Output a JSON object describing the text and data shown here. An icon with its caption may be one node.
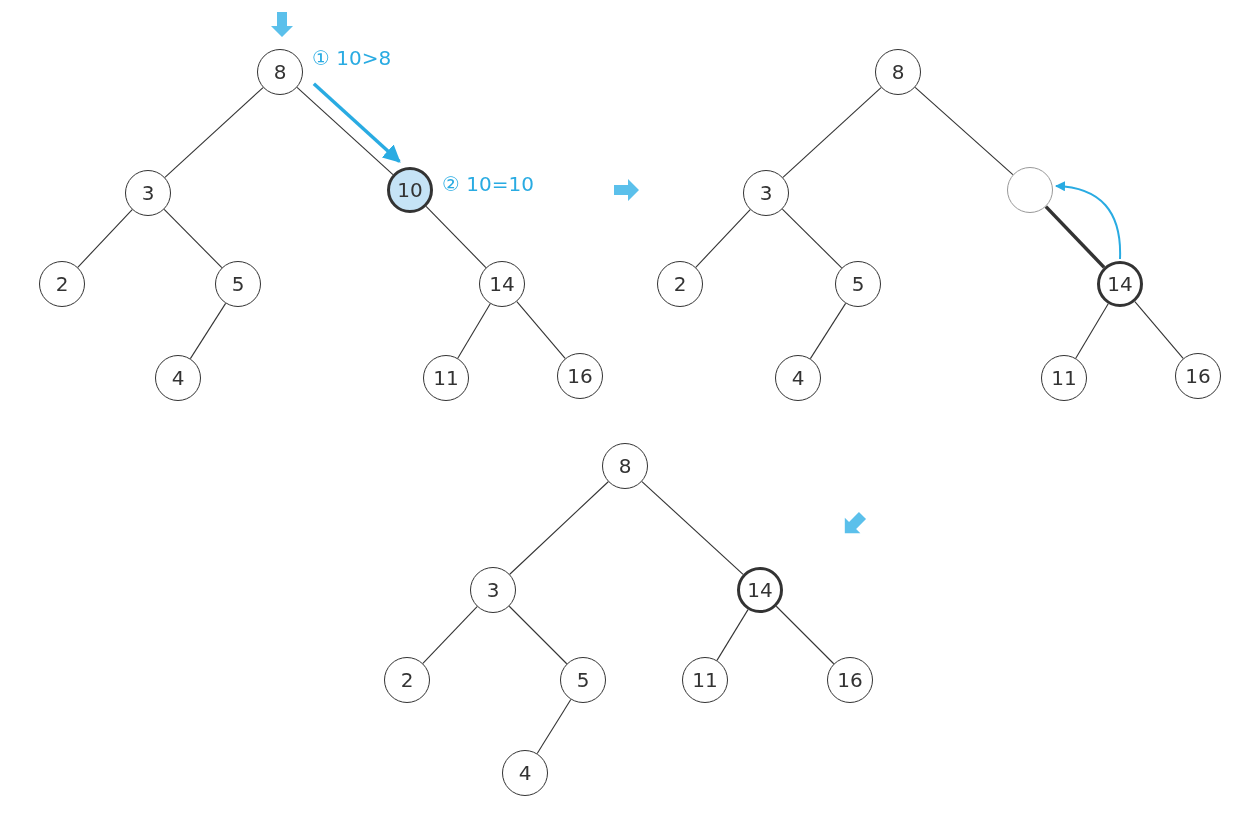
{
  "diagram": {
    "nodes": [
      {
        "text": [
          "8"
        ],
        "beside": [
          "① 10>8"
        ]
      },
      {
        "text": [
          "3"
        ]
      },
      {
        "text": [
          "10"
        ],
        "beside": [
          "② 10=10"
        ]
      },
      {
        "text": [
          "2"
        ]
      },
      {
        "text": [
          "5"
        ]
      },
      {
        "text": [
          "14"
        ]
      },
      {
        "text": [
          "4"
        ]
      },
      {
        "text": [
          "11"
        ]
      },
      {
        "text": [
          "16"
        ]
      },
      {
        "text": [
          "8"
        ]
      },
      {
        "text": [
          "3"
        ]
      },
      {
        "text": [],
        "shape": "circle"
      },
      {
        "text": [
          "2"
        ]
      },
      {
        "text": [
          "5"
        ]
      },
      {
        "text": [
          "14"
        ]
      },
      {
        "text": [
          "4"
        ]
      },
      {
        "text": [
          "11"
        ]
      },
      {
        "text": [
          "16"
        ]
      },
      {
        "text": [
          "8"
        ]
      },
      {
        "text": [
          "3"
        ]
      },
      {
        "text": [
          "14"
        ]
      },
      {
        "text": [
          "2"
        ]
      },
      {
        "text": [
          "5"
        ]
      },
      {
        "text": [
          "11"
        ]
      },
      {
        "text": [
          "16"
        ]
      },
      {
        "text": [
          "4"
        ]
      }
    ],
    "edges": [
      {
        "from": 0,
        "to": 1,
        "arrow": "none"
      },
      {
        "from": 0,
        "to": 2,
        "arrow": "none"
      },
      {
        "from": 1,
        "to": 3,
        "arrow": "none"
      },
      {
        "from": 1,
        "to": 4,
        "arrow": "none"
      },
      {
        "from": 4,
        "to": 6,
        "arrow": "none"
      },
      {
        "from": 2,
        "to": 5,
        "arrow": "none"
      },
      {
        "from": 5,
        "to": 7,
        "arrow": "none"
      },
      {
        "from": 5,
        "to": 8,
        "arrow": "none"
      },
      {
        "from": 0,
        "to": 2,
        "arrow": "to",
        "style": "thick",
        "color": "#29abe2"
      },
      {
        "from": 9,
        "to": 10,
        "arrow": "none"
      },
      {
        "from": 9,
        "to": 11,
        "arrow": "none"
      },
      {
        "from": 10,
        "to": 12,
        "arrow": "none"
      },
      {
        "from": 10,
        "to": 13,
        "arrow": "none"
      },
      {
        "from": 13,
        "to": 15,
        "arrow": "none"
      },
      {
        "from": 11,
        "to": 14,
        "arrow": "none",
        "style": "thick"
      },
      {
        "from": 14,
        "to": 16,
        "arrow": "none"
      },
      {
        "from": 14,
        "to": 17,
        "arrow": "none"
      },
      {
        "from": 14,
        "to": 11,
        "arrow": "to",
        "color": "#29abe2"
      },
      {
        "from": 18,
        "to": 19,
        "arrow": "none"
      },
      {
        "from": 18,
        "to": 20,
        "arrow": "none"
      },
      {
        "from": 19,
        "to": 21,
        "arrow": "none"
      },
      {
        "from": 19,
        "to": 22,
        "arrow": "none"
      },
      {
        "from": 22,
        "to": 25,
        "arrow": "none"
      },
      {
        "from": 20,
        "to": 23,
        "arrow": "none"
      },
      {
        "from": 20,
        "to": 24,
        "arrow": "none"
      }
    ]
  }
}
